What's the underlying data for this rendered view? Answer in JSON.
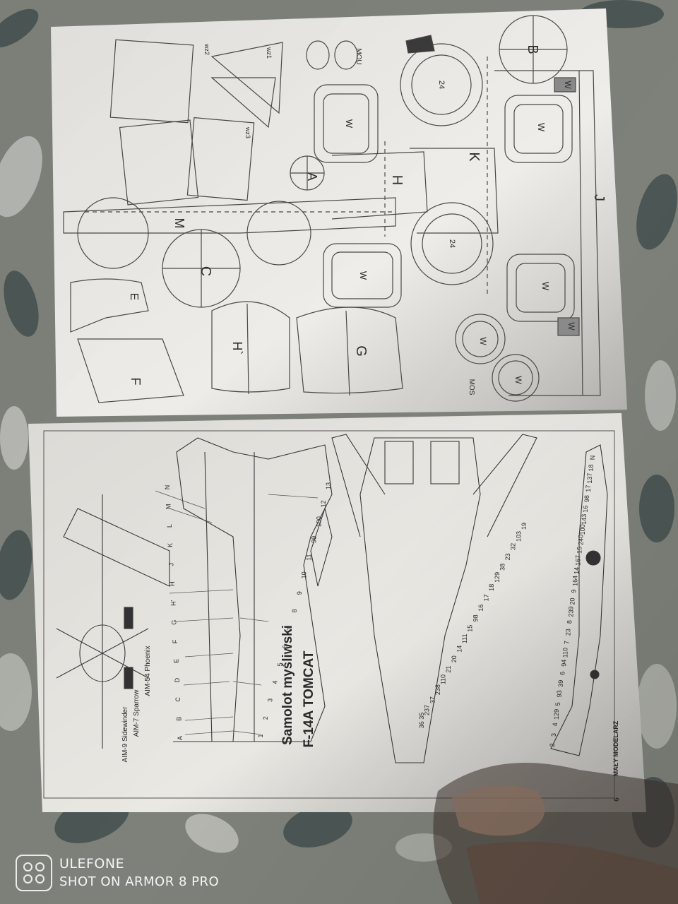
{
  "scene": {
    "description_colors": {
      "tablecloth_bg": "#7a7d76",
      "paper": "#ecebe6",
      "line": "#3a3a3a"
    }
  },
  "top_sheet": {
    "part_letters": [
      "B",
      "K",
      "J",
      "H",
      "A",
      "M",
      "C",
      "E",
      "F",
      "H`",
      "G"
    ],
    "wheel_label": "W",
    "small_labels": [
      "MOU",
      "MOS",
      "wz1",
      "wz2",
      "wz3"
    ],
    "tyre_numbers": [
      "24",
      "24"
    ]
  },
  "bottom_sheet": {
    "title_line1": "Samolot myśliwski",
    "title_line2": "F-14A TOMCAT",
    "missiles": [
      "AIM-9 Sidewinder",
      "AIM-7 Sparrow",
      "AIM-54 Phoenix"
    ],
    "left_callouts": [
      "A",
      "B",
      "C",
      "D",
      "E",
      "F",
      "G",
      "H'",
      "H",
      "J",
      "K",
      "L",
      "M",
      "N"
    ],
    "bottom_callouts_top": [
      "1",
      "2",
      "3",
      "4",
      "5",
      "6",
      "7",
      "8",
      "9",
      "10",
      "11",
      "99",
      "100",
      "12",
      "13"
    ],
    "mid_callouts": [
      "36 35",
      "237",
      "37",
      "238",
      "110",
      "21",
      "20",
      "14",
      "111",
      "15",
      "98",
      "16",
      "17",
      "18",
      "129",
      "38",
      "23",
      "32",
      "103",
      "19"
    ],
    "lower_callouts": [
      "2",
      "3",
      "4",
      "129",
      "5",
      "93",
      "39",
      "6",
      "94",
      "110",
      "7",
      "23",
      "8",
      "239",
      "20",
      "9",
      "164",
      "14",
      "167",
      "15",
      "240",
      "100",
      "143",
      "16",
      "98",
      "17",
      "137",
      "18",
      "N"
    ],
    "footer": "MAŁY MODELARZ",
    "page_number": "6"
  },
  "watermark": {
    "line1": "ULEFONE",
    "line2": "SHOT ON ARMOR 8 PRO"
  }
}
